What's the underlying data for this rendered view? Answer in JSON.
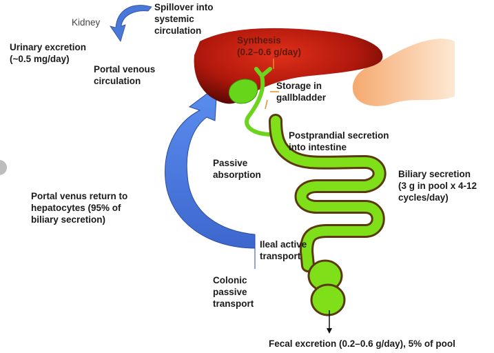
{
  "title": "Enterohepatic circulation of bile acids",
  "labels": {
    "kidney": "Kidney",
    "spillover": [
      "Spillover into",
      "systemic",
      "circulation"
    ],
    "urinary": [
      "Urinary excretion",
      "(~0.5 mg/day)"
    ],
    "portal_venous": [
      "Portal venous",
      "circulation"
    ],
    "synthesis": [
      "Synthesis",
      "(0.2–0.6 g/day)"
    ],
    "storage": [
      "Storage in",
      "gallbladder"
    ],
    "postprandial": [
      "Postprandial secretion",
      "into intestine"
    ],
    "passive_absorption": [
      "Passive",
      "absorption"
    ],
    "portal_return": [
      "Portal venus return to",
      "hepatocytes (95% of",
      "biliary secretion)"
    ],
    "biliary_secretion": [
      "Biliary secretion",
      "(3 g in pool x 4-12",
      "cycles/day)"
    ],
    "ileal": [
      "Ileal active",
      "transport"
    ],
    "colonic": [
      "Colonic",
      "passive",
      "transport"
    ],
    "fecal": "Fecal excretion (0.2–0.6 g/day), 5% of pool"
  },
  "colors": {
    "liver": "#b0180c",
    "intestine": "#7fe01a",
    "arrow": "#4a78d8",
    "stomach": "#f4a86a"
  }
}
